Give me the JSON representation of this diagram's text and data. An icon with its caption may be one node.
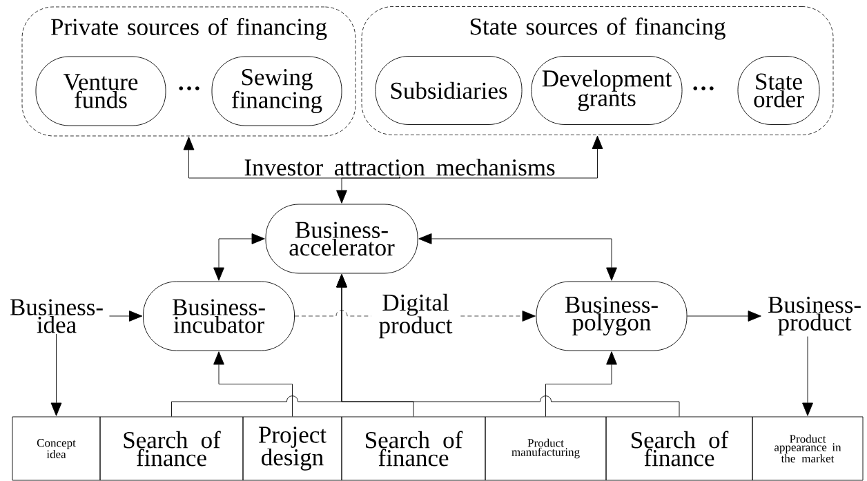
{
  "diagram": {
    "nodes": [
      {
        "text": [
          "Private sources of financing"
        ]
      },
      {
        "text": [
          "Venture funds"
        ],
        "in": 0
      },
      {
        "text": [
          "Sewing financing"
        ],
        "in": 0
      },
      {
        "text": [
          "State sources of financing"
        ]
      },
      {
        "text": [
          "Subsidiaries"
        ],
        "in": 3
      },
      {
        "text": [
          "Development grants"
        ],
        "in": 3
      },
      {
        "text": [
          "State order"
        ],
        "in": 3
      },
      {
        "text": [
          "Investor attraction mechanisms"
        ]
      },
      {
        "text": [
          "Business-accelerator"
        ]
      },
      {
        "text": [
          "Business-idea"
        ]
      },
      {
        "text": [
          "Business-incubator"
        ]
      },
      {
        "text": [
          "Business-polygon"
        ]
      },
      {
        "text": [
          "Business-product"
        ]
      },
      {
        "text": [
          "Concept idea"
        ]
      },
      {
        "text": [
          "Search of finance"
        ]
      },
      {
        "text": [
          "Project design"
        ]
      },
      {
        "text": [
          "Search of finance"
        ]
      },
      {
        "text": [
          "Product manufacturing"
        ]
      },
      {
        "text": [
          "Search of finance"
        ]
      },
      {
        "text": [
          "Product appearance in the market"
        ]
      }
    ],
    "edges": [
      {
        "from": 7,
        "to": 0,
        "arrow": "to"
      },
      {
        "from": 7,
        "to": 3,
        "arrow": "to"
      },
      {
        "from": 7,
        "to": 8,
        "arrow": "to"
      },
      {
        "from": 10,
        "to": 8,
        "arrow": "both"
      },
      {
        "from": 8,
        "to": 11,
        "arrow": "both"
      },
      {
        "from": 9,
        "to": 10,
        "arrow": "to"
      },
      {
        "from": 10,
        "to": 11,
        "arrow": "to",
        "style": "dashed",
        "label": "Digital product"
      },
      {
        "from": 11,
        "to": 12,
        "arrow": "to"
      },
      {
        "from": 9,
        "to": 13,
        "arrow": "to"
      },
      {
        "from": 12,
        "to": 19,
        "arrow": "to"
      },
      {
        "from": 14,
        "to": 8,
        "arrow": "to"
      },
      {
        "from": 16,
        "to": 8,
        "arrow": "to"
      },
      {
        "from": 18,
        "to": 8,
        "arrow": "to"
      },
      {
        "from": 15,
        "to": 10,
        "arrow": "to"
      },
      {
        "from": 17,
        "to": 11,
        "arrow": "to"
      }
    ],
    "labels": [
      "…",
      "…"
    ]
  }
}
